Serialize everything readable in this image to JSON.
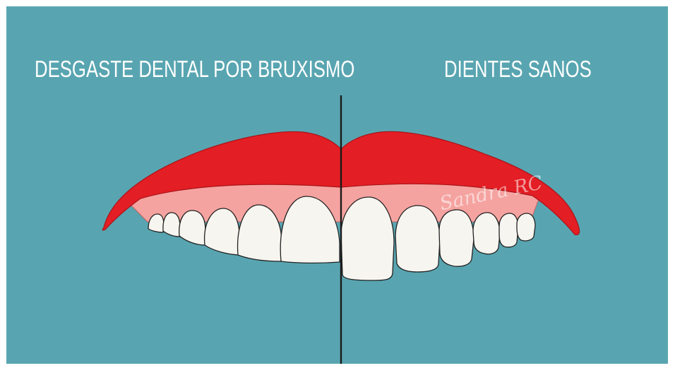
{
  "labels": {
    "left": "DESGASTE DENTAL POR BRUXISMO",
    "right": "DIENTES SANOS"
  },
  "watermark": "Sandra RC",
  "colors": {
    "background": "#58a5b1",
    "lip": "#e31e24",
    "gum": "#f5a3a0",
    "tooth": "#f7f5f0",
    "divider": "#1a1a1a"
  }
}
